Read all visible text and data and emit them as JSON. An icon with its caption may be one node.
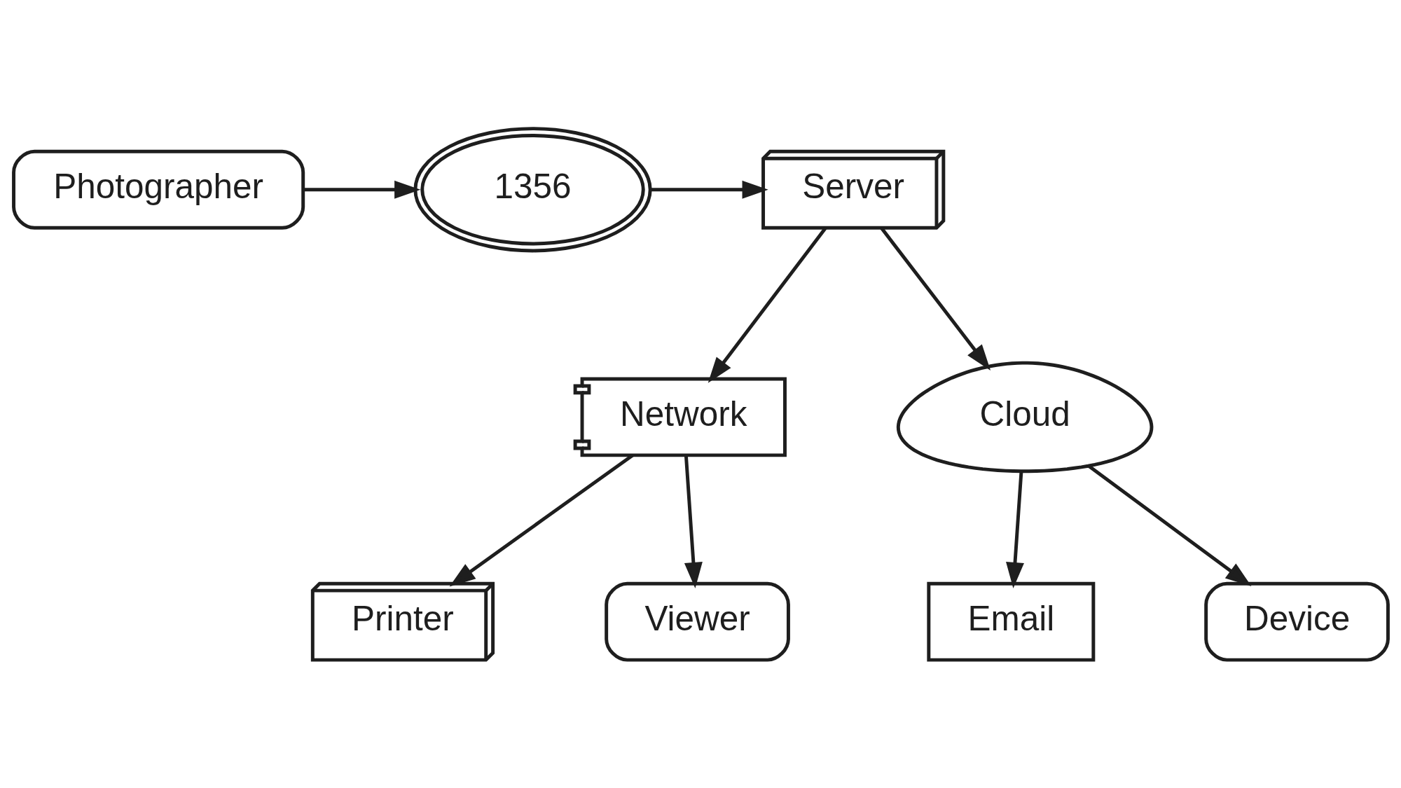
{
  "diagram": {
    "nodes": [
      {
        "text": [
          "Photographer"
        ]
      },
      {
        "text": [
          "1356"
        ]
      },
      {
        "text": [
          "Server"
        ]
      },
      {
        "text": [
          "Network"
        ]
      },
      {
        "text": [
          "Cloud"
        ]
      },
      {
        "text": [
          "Printer"
        ]
      },
      {
        "text": [
          "Viewer"
        ]
      },
      {
        "text": [
          "Email"
        ]
      },
      {
        "text": [
          "Device"
        ]
      }
    ],
    "edges": [
      {
        "from": 0,
        "to": 1,
        "arrow": "to"
      },
      {
        "from": 1,
        "to": 2,
        "arrow": "to"
      },
      {
        "from": 2,
        "to": 3,
        "arrow": "to"
      },
      {
        "from": 2,
        "to": 4,
        "arrow": "to"
      },
      {
        "from": 3,
        "to": 5,
        "arrow": "to"
      },
      {
        "from": 3,
        "to": 6,
        "arrow": "to"
      },
      {
        "from": 4,
        "to": 7,
        "arrow": "to"
      },
      {
        "from": 4,
        "to": 8,
        "arrow": "to"
      }
    ]
  }
}
